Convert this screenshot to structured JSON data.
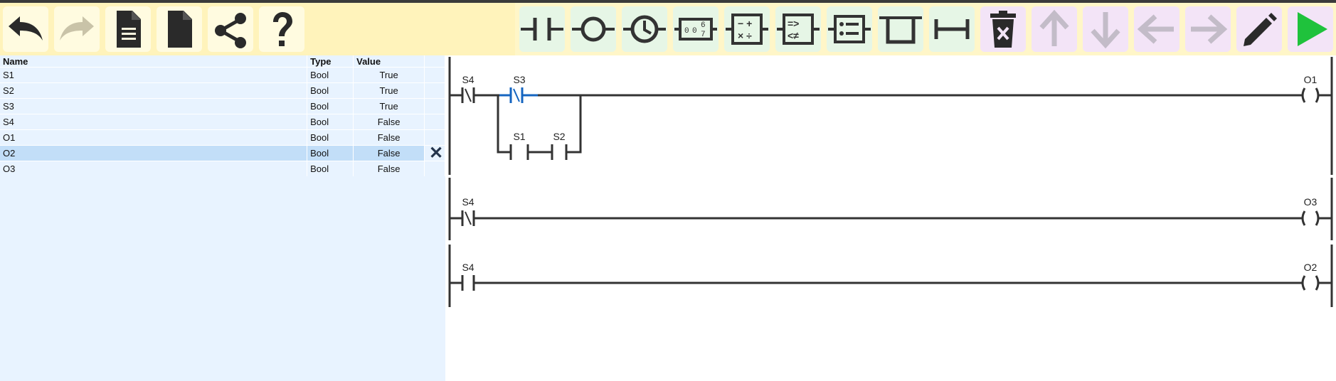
{
  "toolbar": {
    "file_tools": [
      {
        "icon": "undo-icon",
        "enabled": true
      },
      {
        "icon": "redo-icon",
        "enabled": false
      },
      {
        "icon": "document-icon"
      },
      {
        "icon": "new-file-icon"
      },
      {
        "icon": "share-icon"
      },
      {
        "icon": "help-icon"
      }
    ],
    "ladder_tools": [
      {
        "icon": "contact-icon"
      },
      {
        "icon": "coil-icon"
      },
      {
        "icon": "timer-icon"
      },
      {
        "icon": "counter-icon",
        "digits": [
          "0",
          "0",
          "6",
          "7"
        ]
      },
      {
        "icon": "math-icon"
      },
      {
        "icon": "compare-icon"
      },
      {
        "icon": "list-icon"
      },
      {
        "icon": "branch-icon"
      },
      {
        "icon": "wire-icon"
      }
    ],
    "edit_tools": [
      {
        "icon": "delete-icon",
        "enabled": true
      },
      {
        "icon": "arrow-up-icon",
        "enabled": false
      },
      {
        "icon": "arrow-down-icon",
        "enabled": false
      },
      {
        "icon": "arrow-left-icon",
        "enabled": false
      },
      {
        "icon": "arrow-right-icon",
        "enabled": false
      },
      {
        "icon": "pencil-icon",
        "enabled": true
      },
      {
        "icon": "run-icon",
        "enabled": true
      }
    ],
    "colors": {
      "file": "#fff3bb",
      "ladder": "#e6f6e6",
      "edit": "#f3e4f7",
      "run": "#1fc23c",
      "highlight": "#1565c0"
    }
  },
  "variables": {
    "headers": {
      "name": "Name",
      "type": "Type",
      "value": "Value"
    },
    "rows": [
      {
        "name": "S1",
        "type": "Bool",
        "value": "True"
      },
      {
        "name": "S2",
        "type": "Bool",
        "value": "True"
      },
      {
        "name": "S3",
        "type": "Bool",
        "value": "True"
      },
      {
        "name": "S4",
        "type": "Bool",
        "value": "False"
      },
      {
        "name": "O1",
        "type": "Bool",
        "value": "False"
      },
      {
        "name": "O2",
        "type": "Bool",
        "value": "False",
        "selected": true
      },
      {
        "name": "O3",
        "type": "Bool",
        "value": "False"
      }
    ],
    "delete_symbol": "✕"
  },
  "ladder": {
    "rungs": [
      {
        "contacts": [
          {
            "label": "S4",
            "kind": "normally-closed"
          },
          {
            "label": "S3",
            "kind": "normally-closed",
            "selected": true
          }
        ],
        "branch": [
          {
            "label": "S1",
            "kind": "normally-open"
          },
          {
            "label": "S2",
            "kind": "normally-open"
          }
        ],
        "coil": "O1"
      },
      {
        "contacts": [
          {
            "label": "S4",
            "kind": "normally-closed"
          }
        ],
        "coil": "O3"
      },
      {
        "contacts": [
          {
            "label": "S4",
            "kind": "normally-open"
          }
        ],
        "coil": "O2"
      }
    ]
  }
}
